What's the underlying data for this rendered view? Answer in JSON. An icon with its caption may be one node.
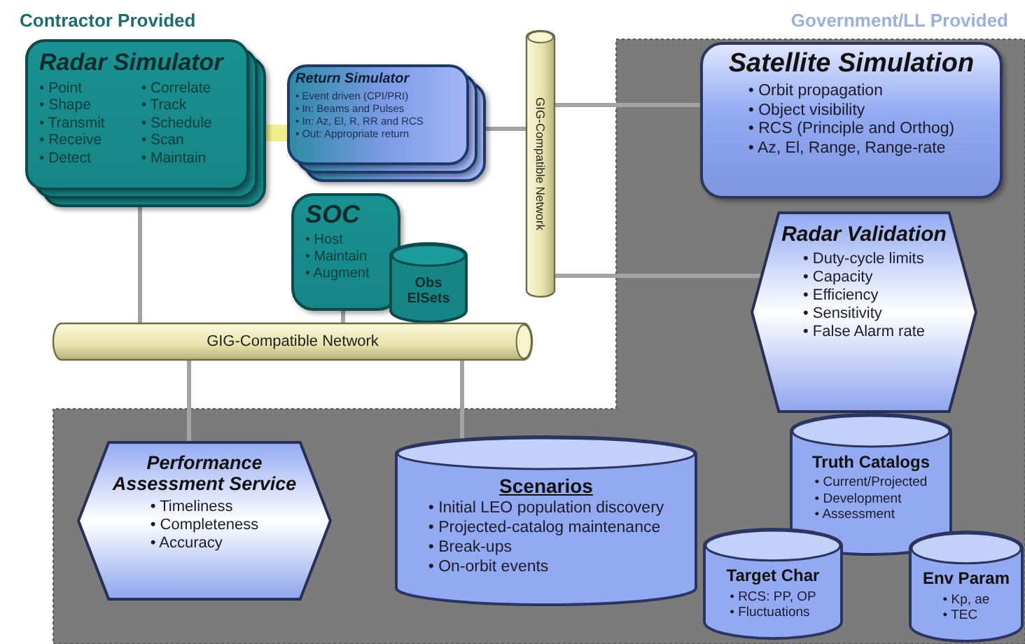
{
  "diagram": {
    "nodes": [
      {
        "text": [
          "Radar Simulator",
          "• Point",
          "• Shape",
          "• Transmit",
          "• Receive",
          "• Detect",
          "• Correlate",
          "• Track",
          "• Schedule",
          "• Scan",
          "• Maintain"
        ]
      },
      {
        "text": [
          "Return Simulator",
          "• Event driven (CPI/PRI)",
          "• In: Beams and Pulses",
          "• In: Az, El, R, RR and RCS",
          "• Out: Appropriate return"
        ]
      },
      {
        "text": [
          "SOC",
          "• Host",
          "• Maintain",
          "• Augment"
        ]
      },
      {
        "text": [
          "Obs ElSets"
        ]
      },
      {
        "text": [
          "GIG-Compatible Network"
        ]
      },
      {
        "text": [
          "Satellite Simulation",
          "• Orbit propagation",
          "• Object visibility",
          "• RCS (Principle and Orthog)",
          "• Az, El, Range, Range-rate"
        ]
      },
      {
        "text": [
          "Radar Validation",
          "• Duty-cycle limits",
          "• Capacity",
          "• Efficiency",
          "• Sensitivity",
          "• False Alarm rate"
        ]
      },
      {
        "text": [
          "GIG-Compatible Network"
        ]
      },
      {
        "text": [
          "Performance Assessment Service",
          "• Timeliness",
          "• Completeness",
          "• Accuracy"
        ]
      },
      {
        "text": [
          "Scenarios",
          "• Initial LEO population discovery",
          "• Projected-catalog maintenance",
          "• Break-ups",
          "• On-orbit events"
        ]
      },
      {
        "text": [
          "Truth Catalogs",
          "• Current/Projected",
          "• Development",
          "• Assessment"
        ]
      },
      {
        "text": [
          "Target Char",
          "• RCS: PP, OP",
          "• Fluctuations"
        ]
      },
      {
        "text": [
          "Env Param",
          "• Kp, ae",
          "• TEC"
        ]
      }
    ],
    "edges": [
      {
        "from": 0,
        "to": 1,
        "arrow": "none",
        "style": "thick",
        "color": "#f3ee8c"
      },
      {
        "from": 1,
        "to": 4,
        "arrow": "none"
      },
      {
        "from": 4,
        "to": 5,
        "arrow": "none"
      },
      {
        "from": 4,
        "to": 6,
        "arrow": "none"
      },
      {
        "from": 0,
        "to": 7,
        "arrow": "none"
      },
      {
        "from": 2,
        "to": 7,
        "arrow": "none"
      },
      {
        "from": 7,
        "to": 8,
        "arrow": "none"
      },
      {
        "from": 7,
        "to": 9,
        "arrow": "none"
      }
    ],
    "labels": [
      "Contractor Provided",
      "Government/LL Provided"
    ]
  }
}
